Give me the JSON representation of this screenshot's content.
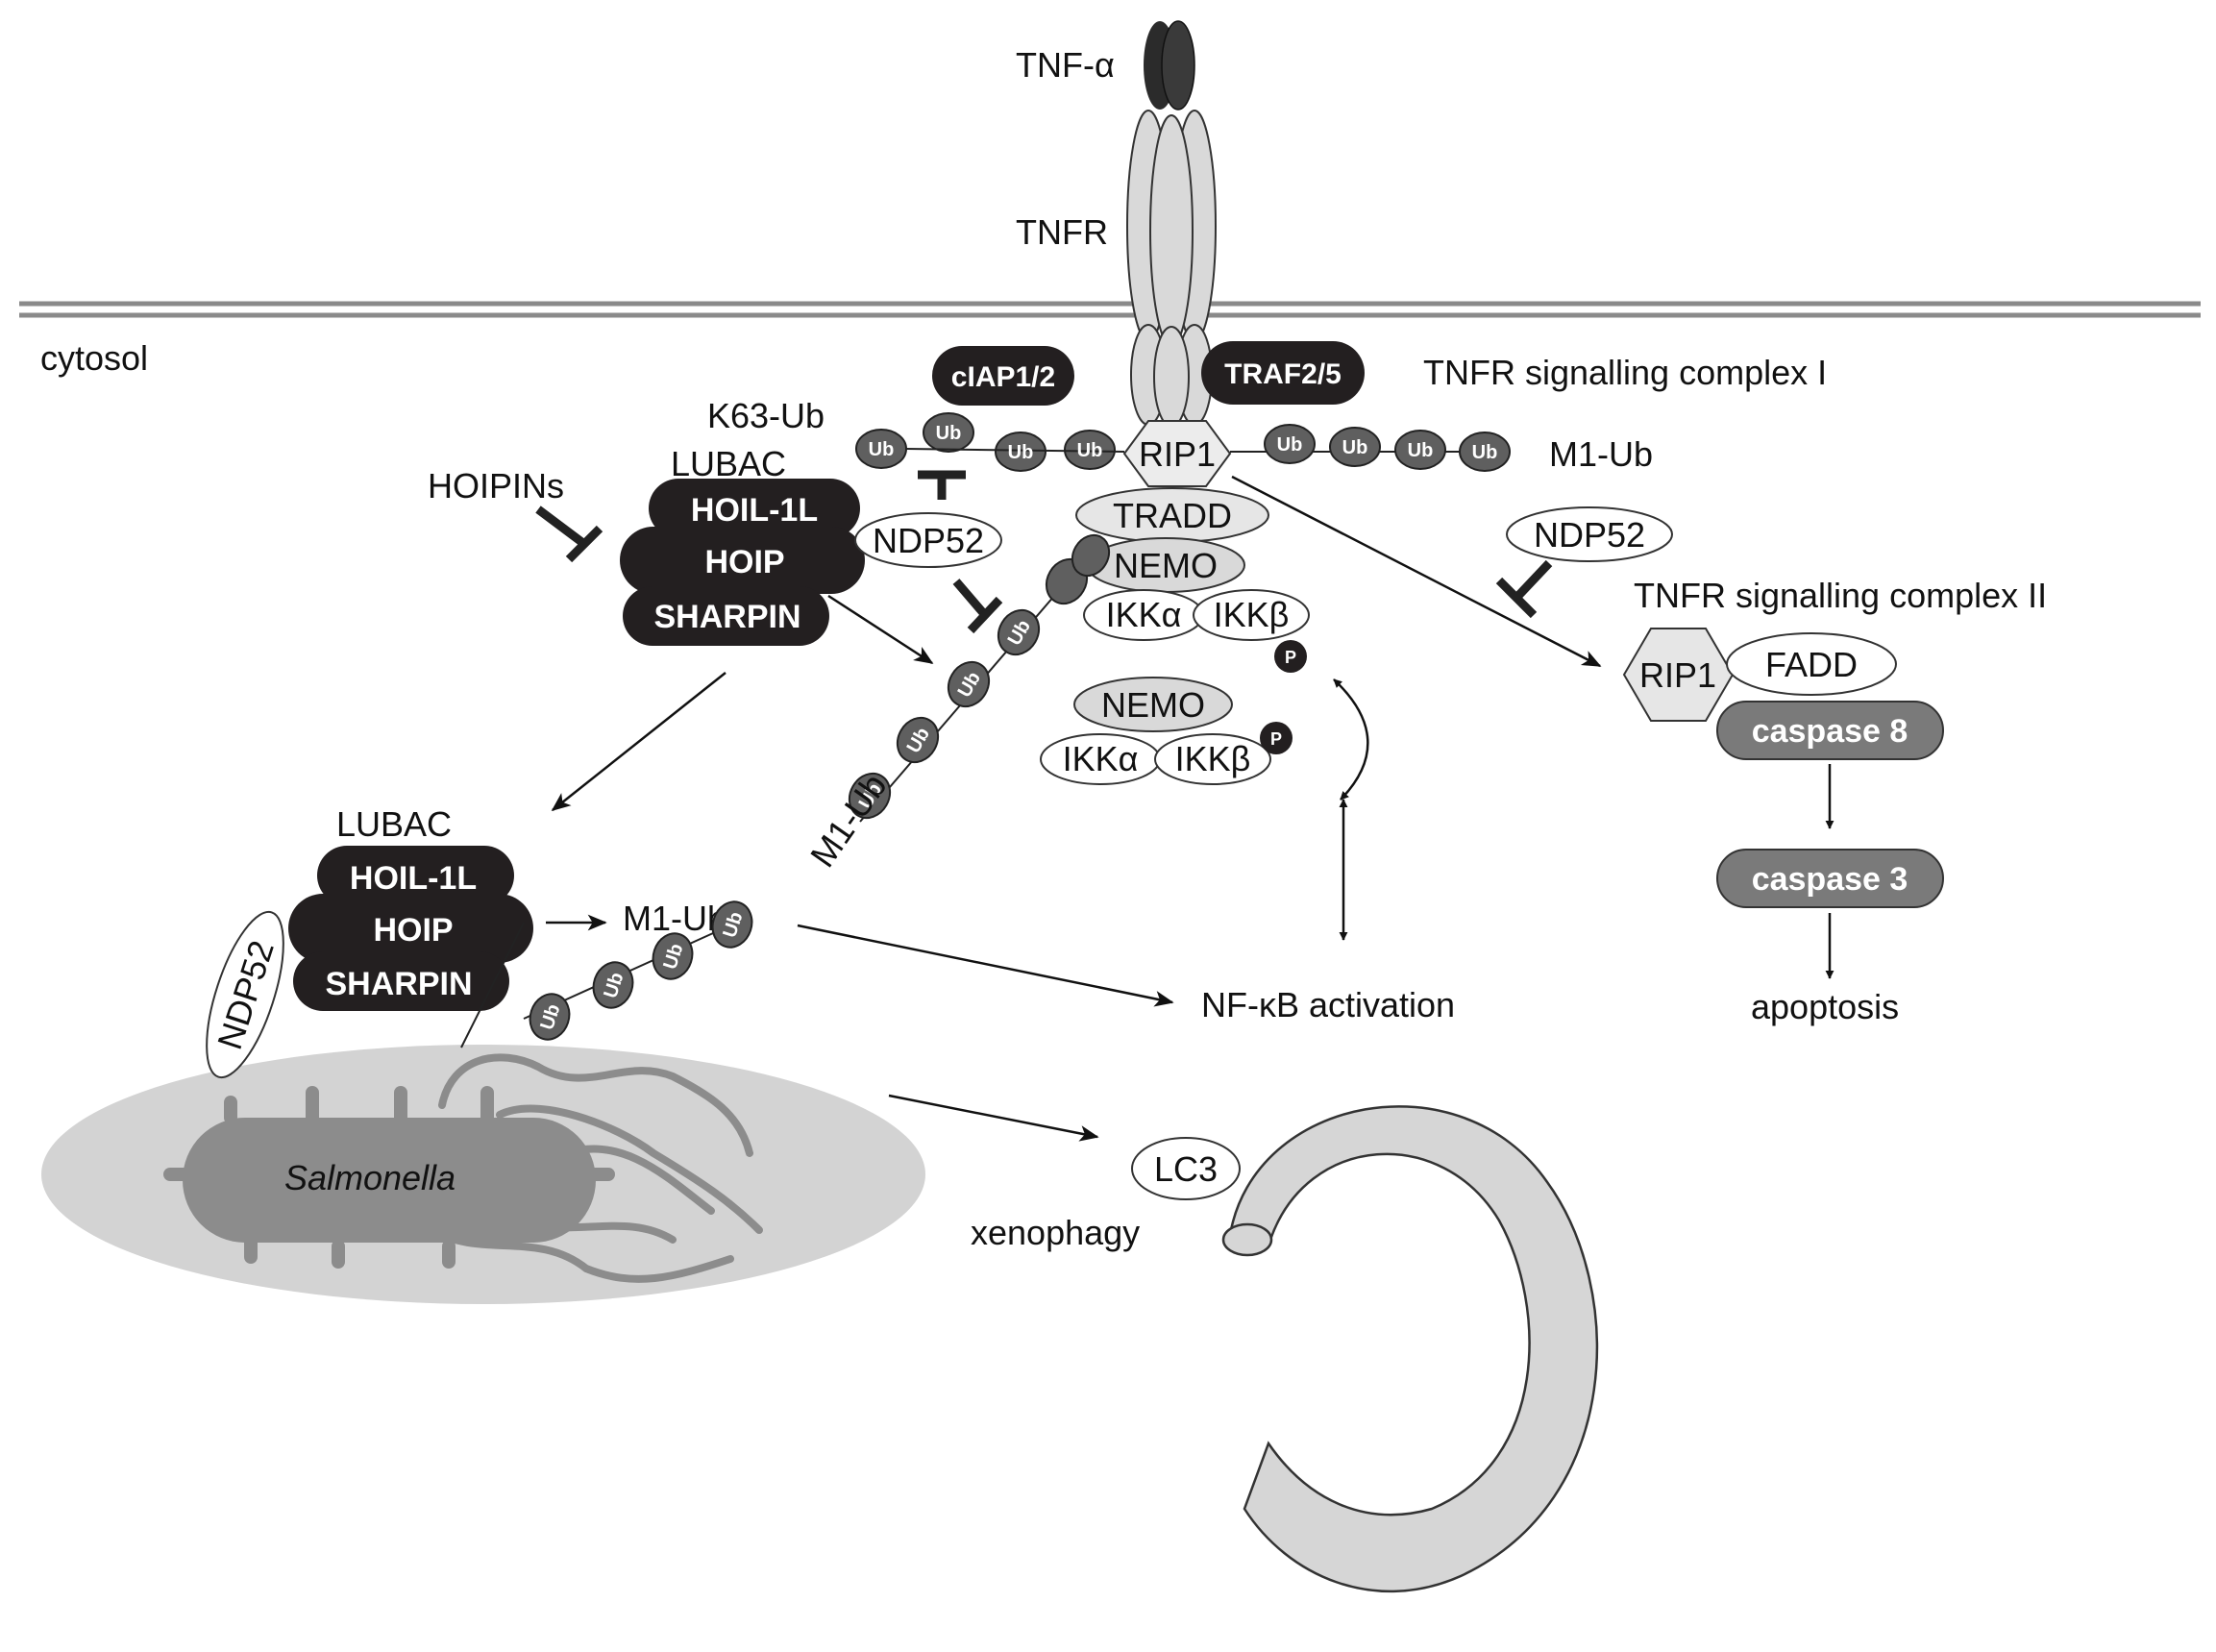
{
  "labels": {
    "tnf_alpha": "TNF-α",
    "tnfr": "TNFR",
    "cytosol": "cytosol",
    "ciap": "cIAP1/2",
    "traf": "TRAF2/5",
    "complex1": "TNFR signalling complex I",
    "complex2": "TNFR signalling complex II",
    "k63_ub": "K63-Ub",
    "lubac_top": "LUBAC",
    "lubac_bottom": "LUBAC",
    "hoipins": "HOIPINs",
    "hoil_top": "HOIL-1L",
    "hoip_top": "HOIP",
    "sharpin_top": "SHARPIN",
    "hoil_bottom": "HOIL-1L",
    "hoip_bottom": "HOIP",
    "sharpin_bottom": "SHARPIN",
    "ndp52_center": "NDP52",
    "ndp52_right": "NDP52",
    "ndp52_bacteria": "NDP52",
    "rip1_top": "RIP1",
    "rip1_complex2": "RIP1",
    "m1_ub_right": "M1-Ub",
    "m1_ub_diag": "M1-Ub",
    "m1_ub_bottom": "M1-Ub",
    "tradd": "TRADD",
    "nemo_top": "NEMO",
    "nemo_bottom": "NEMO",
    "ikka_top": "IKKα",
    "ikkb_top": "IKKβ",
    "ikka_bottom": "IKKα",
    "ikkb_bottom": "IKKβ",
    "p": "P",
    "fadd": "FADD",
    "caspase8": "caspase 8",
    "caspase3": "caspase 3",
    "apoptosis": "apoptosis",
    "nfkb": "NF-κB activation",
    "salmonella": "Salmonella",
    "lc3": "LC3",
    "xenophagy": "xenophagy",
    "ub": "Ub"
  },
  "colors": {
    "black_protein": "#231f20",
    "gray_protein": "#7a7a7a",
    "light_gray": "#d9d9d9",
    "bacteria_halo": "#d0d0d0",
    "bacteria_body": "#8c8c8c",
    "membrane": "#8a8a8a"
  }
}
